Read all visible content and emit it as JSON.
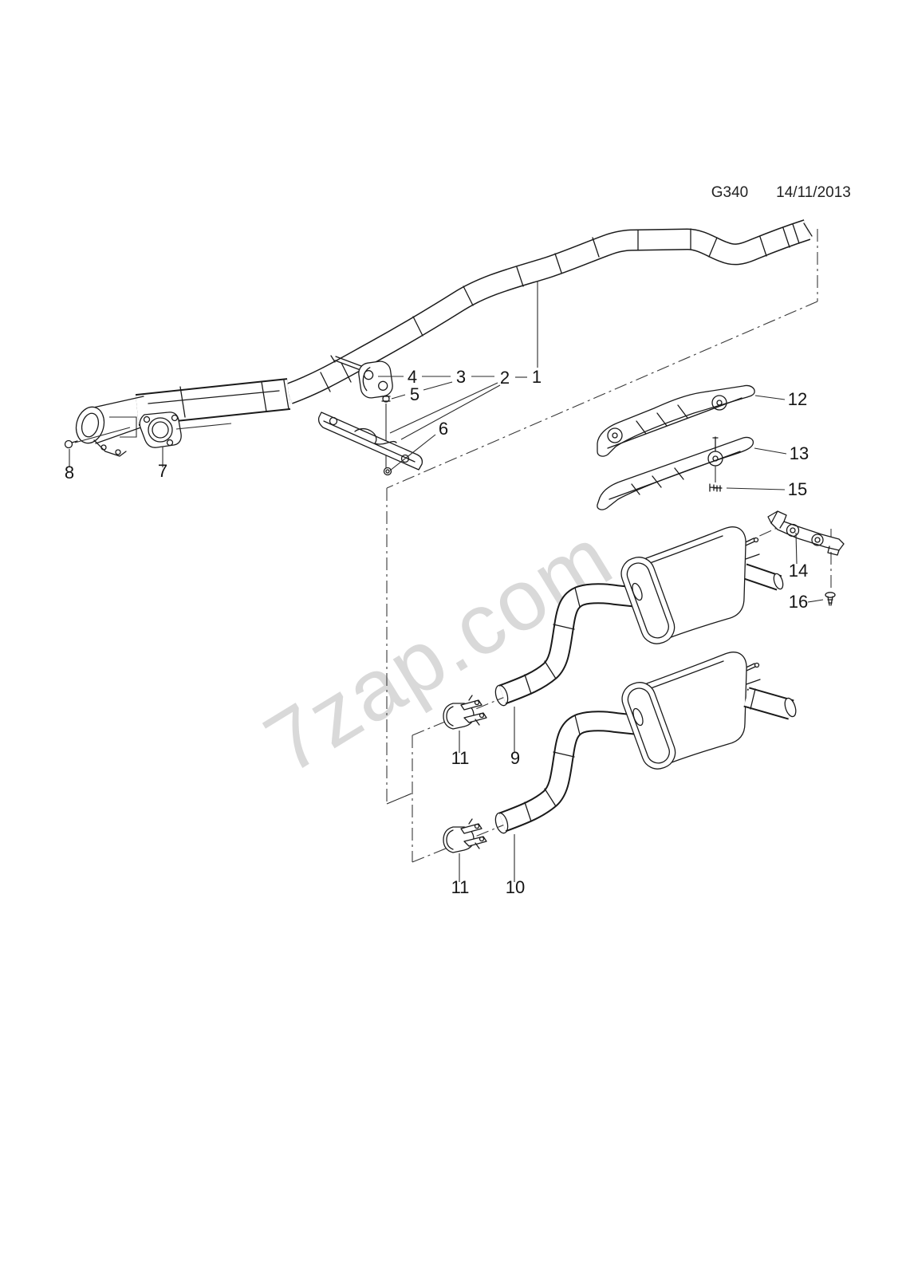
{
  "header": {
    "code": "G340",
    "date": "14/11/2013"
  },
  "watermark": {
    "text": "7zap.com"
  },
  "labels": {
    "p1": "1",
    "p2": "2",
    "p3": "3",
    "p4": "4",
    "p5": "5",
    "p6": "6",
    "p7": "7",
    "p8": "8",
    "p9": "9",
    "p10": "10",
    "p11a": "11",
    "p11b": "11",
    "p12": "12",
    "p13": "13",
    "p14": "14",
    "p15": "15",
    "p16": "16"
  }
}
